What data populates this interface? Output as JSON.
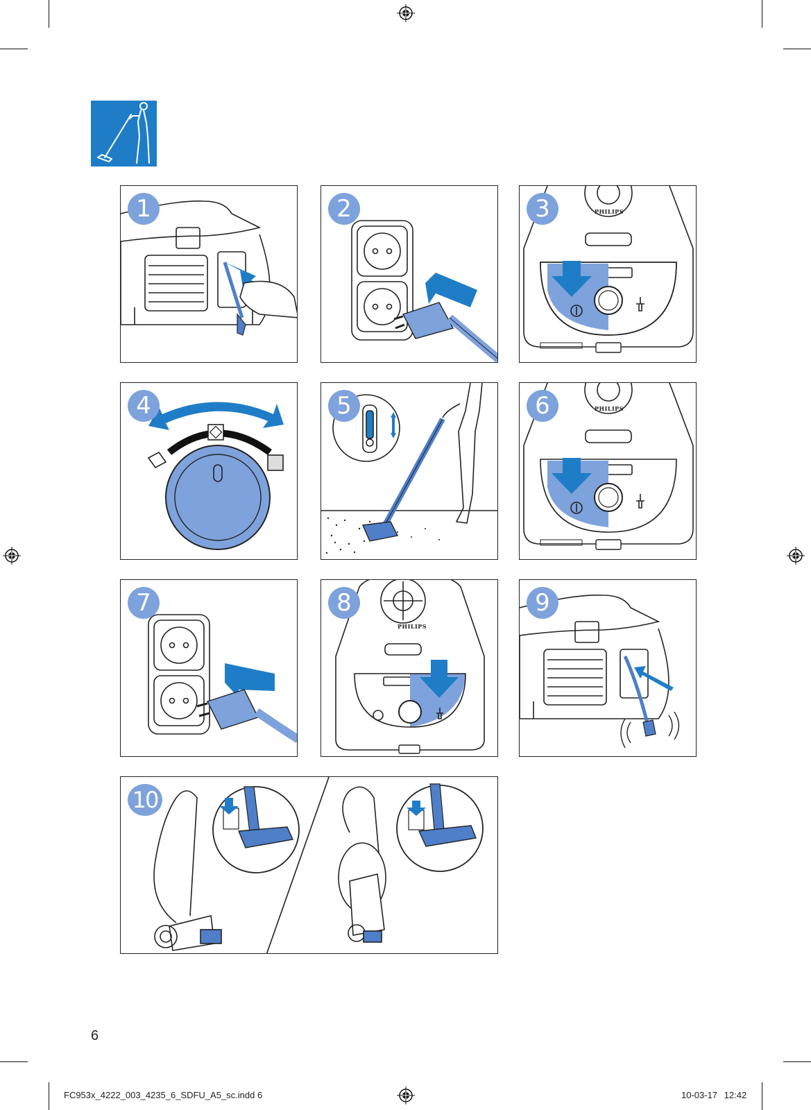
{
  "colors": {
    "accent_blue": "#1f7dc7",
    "light_blue": "#7ea2dc",
    "badge_blue": "#7ea2dc",
    "line": "#222222"
  },
  "header": {
    "icon": "vacuuming-person-icon"
  },
  "steps": [
    {
      "number": "1",
      "scene": "pull-cord-out"
    },
    {
      "number": "2",
      "scene": "plug-into-socket"
    },
    {
      "number": "3",
      "scene": "press-on-off-button"
    },
    {
      "number": "4",
      "scene": "turn-power-dial"
    },
    {
      "number": "5",
      "scene": "adjust-tube-and-vacuum"
    },
    {
      "number": "6",
      "scene": "press-on-off-button"
    },
    {
      "number": "7",
      "scene": "unplug-from-socket"
    },
    {
      "number": "8",
      "scene": "press-cord-rewind-button"
    },
    {
      "number": "9",
      "scene": "cord-rewinds"
    },
    {
      "number": "10",
      "scene": "park-nozzle"
    }
  ],
  "appliance": {
    "brand": "PHILIPS"
  },
  "footer": {
    "page_number": "6",
    "file_name": "FC953x_4222_003_4235_6_SDFU_A5_sc.indd   6",
    "timestamp": "10-03-17   12:42"
  }
}
